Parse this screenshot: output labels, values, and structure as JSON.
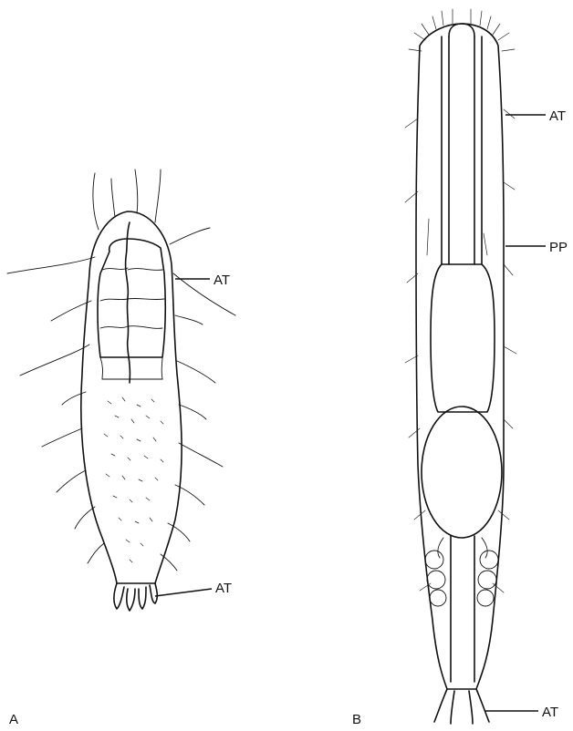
{
  "panels": [
    {
      "id": "A",
      "letter": "A",
      "callouts": [
        {
          "text": "AT"
        },
        {
          "text": "AT"
        }
      ]
    },
    {
      "id": "B",
      "letter": "B",
      "callouts": [
        {
          "text": "AT"
        },
        {
          "text": "PP"
        },
        {
          "text": "AT"
        }
      ]
    }
  ],
  "colors": {
    "ink": "#111111",
    "background": "#ffffff"
  }
}
